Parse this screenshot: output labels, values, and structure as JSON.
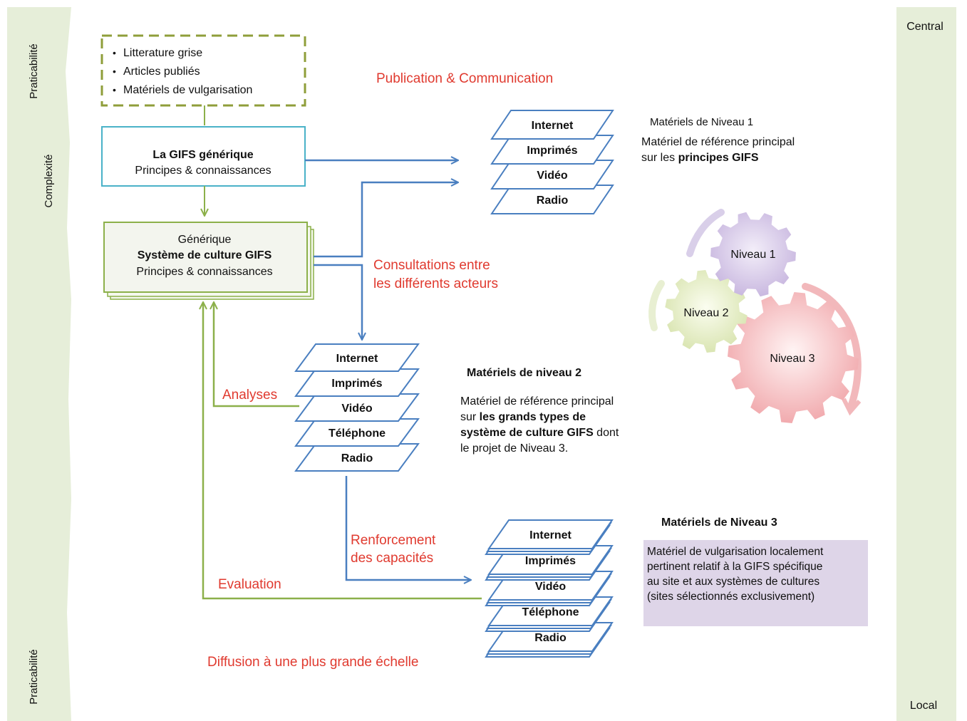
{
  "side_labels": {
    "left_top": "Praticabilité",
    "left_middle": "Complexité",
    "left_bottom": "Praticabilité",
    "right_top": "Central",
    "right_bottom": "Local"
  },
  "sources": {
    "items": [
      "Litterature grise",
      "Articles publiés",
      "Matériels de vulgarisation"
    ]
  },
  "gifs_generic": {
    "title": "La GIFS générique",
    "subtitle": "Principes & connaissances"
  },
  "system_box": {
    "line1": "Générique",
    "line2": "Système de culture GIFS",
    "line3": "Principes & connaissances"
  },
  "flow_labels": {
    "publication": "Publication & Communication",
    "consultations_1": "Consultations entre",
    "consultations_2": "les différents acteurs",
    "analyses": "Analyses",
    "renforcement_1": "Renforcement",
    "renforcement_2": "des capacités",
    "evaluation": "Evaluation",
    "diffusion": "Diffusion à une plus grande échelle"
  },
  "level1": {
    "stack": [
      "Internet",
      "Imprimés",
      "Vidéo",
      "Radio"
    ],
    "heading": "Matériels de Niveau 1",
    "desc_1": "Matériel de référence principal",
    "desc_2_prefix": "sur les ",
    "desc_2_bold": "principes GIFS"
  },
  "level2": {
    "stack": [
      "Internet",
      "Imprimés",
      "Vidéo",
      "Téléphone",
      "Radio"
    ],
    "heading": "Matériels de niveau 2",
    "desc_1": "Matériel de référence principal",
    "desc_2_prefix": "sur ",
    "desc_2_bold": "les grands types de",
    "desc_3_bold": "système de culture GIFS",
    "desc_3_suffix": " dont",
    "desc_4": "le projet de Niveau 3."
  },
  "level3": {
    "stack": [
      "Internet",
      "Imprimés",
      "Vidéo",
      "Téléphone",
      "Radio"
    ],
    "heading": "Matériels de Niveau 3",
    "desc": [
      "Matériel de vulgarisation localement",
      "pertinent relatif à la  GIFS spécifique",
      "au site et aux systèmes de cultures",
      "(sites sélectionnés exclusivement)"
    ]
  },
  "gears": {
    "g1": "Niveau 1",
    "g2": "Niveau 2",
    "g3": "Niveau 3"
  },
  "colors": {
    "green": "#8cb04a",
    "blue": "#4a7fc0",
    "cyan": "#4ab2c8",
    "red_text": "#e03a2f",
    "band": "#e6eed9",
    "level3_box": "#ded5e8"
  }
}
